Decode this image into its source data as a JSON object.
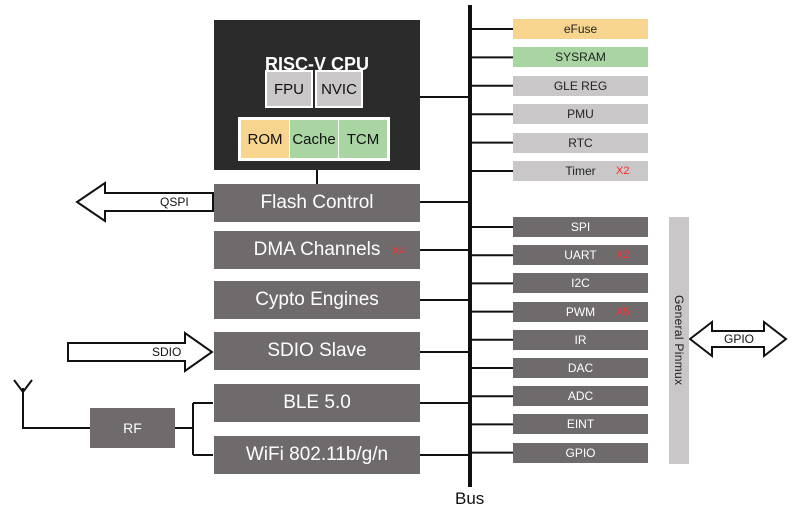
{
  "cpu": {
    "title": "RISC-V CPU",
    "row1": [
      "FPU",
      "NVIC"
    ],
    "row2": [
      "ROM",
      "Cache",
      "TCM"
    ]
  },
  "blocks": {
    "flash": "Flash Control",
    "dma": "DMA Channels",
    "dma_mult": "X4",
    "crypto": "Cypto Engines",
    "sdio": "SDIO Slave",
    "ble": "BLE 5.0",
    "wifi": "WiFi 802.11b/g/n",
    "rf": "RF"
  },
  "arrows": {
    "qspi": "QSPI",
    "sdio": "SDIO",
    "gpio": "GPIO"
  },
  "bus_label": "Bus",
  "memory_peripherals": [
    {
      "label": "eFuse",
      "color": "#f7d58e",
      "mult": ""
    },
    {
      "label": "SYSRAM",
      "color": "#a8d5a2",
      "mult": ""
    },
    {
      "label": "GLE REG",
      "color": "#c9c7c8",
      "mult": ""
    },
    {
      "label": "PMU",
      "color": "#c9c7c8",
      "mult": ""
    },
    {
      "label": "RTC",
      "color": "#c9c7c8",
      "mult": ""
    },
    {
      "label": "Timer",
      "color": "#c9c7c8",
      "mult": "X2"
    }
  ],
  "io_peripherals": [
    {
      "label": "SPI",
      "mult": ""
    },
    {
      "label": "UART",
      "mult": "X2"
    },
    {
      "label": "I2C",
      "mult": ""
    },
    {
      "label": "PWM",
      "mult": "X5"
    },
    {
      "label": "IR",
      "mult": ""
    },
    {
      "label": "DAC",
      "mult": ""
    },
    {
      "label": "ADC",
      "mult": ""
    },
    {
      "label": "EINT",
      "mult": ""
    },
    {
      "label": "GPIO",
      "mult": ""
    }
  ],
  "pinmux_label": "General Pinmux",
  "colors": {
    "block": "#6f6b6c",
    "cpu": "#2b2b2b",
    "rom": "#f7d58e",
    "cache": "#a8d5a2",
    "tcm": "#a8d5a2",
    "fpu": "#c9c7c8",
    "multiplier": "#ff2a2a"
  }
}
